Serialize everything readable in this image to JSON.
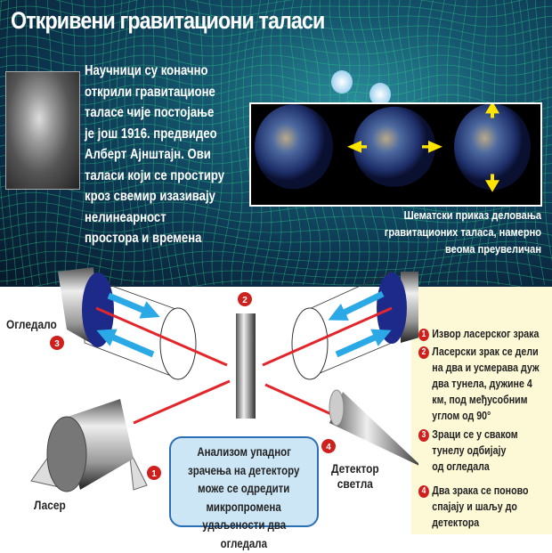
{
  "title": "Откривени гравитациони таласи",
  "intro_lines": [
    "Научници су коначно",
    "открили гравитационе",
    "таласе чије постојање",
    "је још 1916. предвидео",
    "Алберт Ајнштајн. Ови",
    "таласи који се простиру",
    "кроз свемир изазивају",
    "нелинеарност",
    "простора и времена"
  ],
  "caption_lines": [
    "Шематски приказ деловања",
    "гравитационих таласа, намерно",
    "веома преувеличан"
  ],
  "diagram": {
    "mirror_label": "Огледало",
    "laser_label": "Ласер",
    "detector_label_lines": [
      "Детектор",
      "светла"
    ],
    "markers": {
      "laser": "1",
      "splitter": "2",
      "mirror_left": "3",
      "mirror_right": "3",
      "detector": "4"
    },
    "info_lines": [
      "Анализом упадног",
      "зрачења на детектору",
      "може се одредити",
      "микропромена",
      "удаљености два",
      "огледала"
    ]
  },
  "legend": [
    {
      "num": "1",
      "lines": [
        "Извор ласерског зрака"
      ]
    },
    {
      "num": "2",
      "lines": [
        "Ласерски зрак се дели",
        "на два и усмерава дуж",
        "два тунела, дужине 4",
        "км, под међусобним",
        "углом од 90°"
      ]
    },
    {
      "num": "3",
      "lines": [
        "Зраци се у сваком",
        "тунелу одбијају",
        "од огледала"
      ]
    },
    {
      "num": "4",
      "lines": [
        "Два зрака се поново",
        "спајају и шаљу до",
        "детектора"
      ]
    }
  ],
  "colors": {
    "beam": "#e3262b",
    "arrow": "#2aa9e6",
    "marker": "#d0201e",
    "legend_bg": "#fdf8d6",
    "info_bg": "#cde6f6",
    "grid": "#2fd08a"
  }
}
